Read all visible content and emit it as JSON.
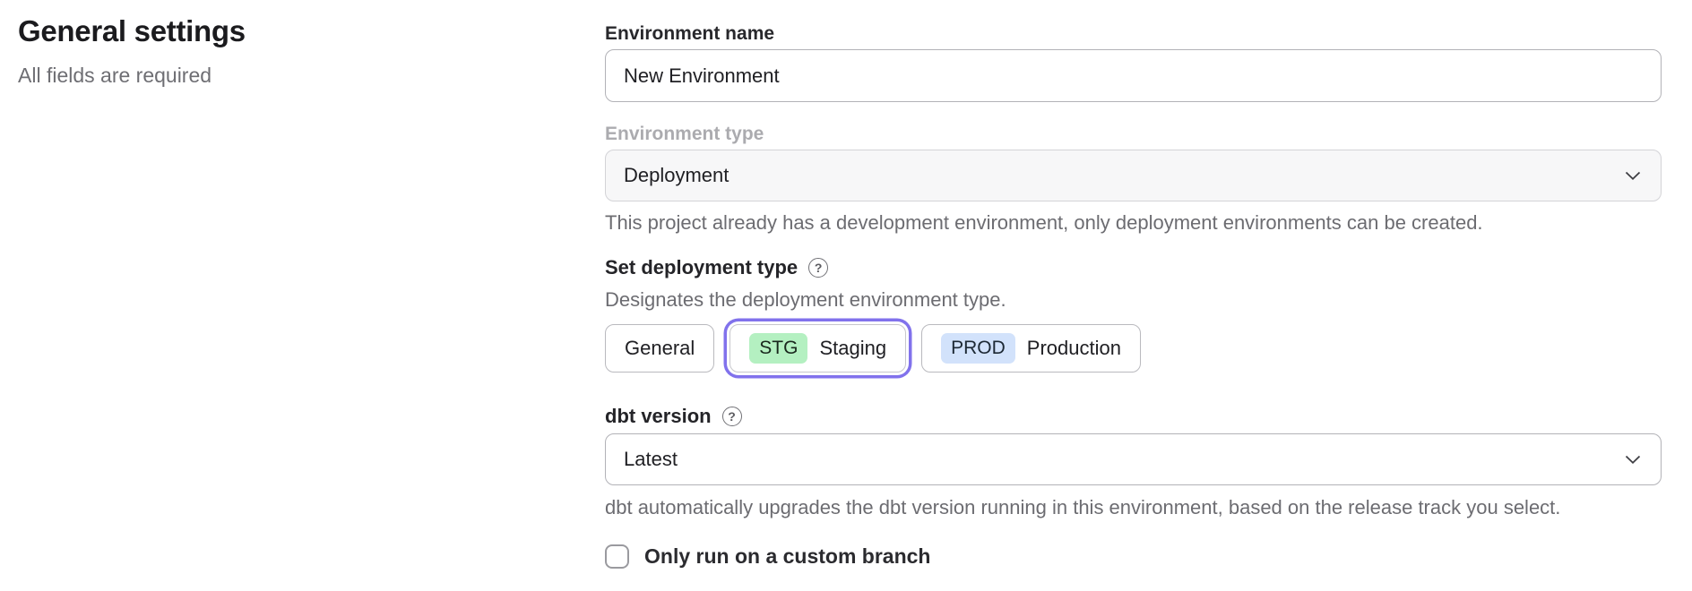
{
  "page": {
    "title": "General settings",
    "subtitle": "All fields are required"
  },
  "form": {
    "environment_name": {
      "label": "Environment name",
      "value": "New Environment"
    },
    "environment_type": {
      "label": "Environment type",
      "value": "Deployment",
      "disabled": true,
      "helper": "This project already has a development environment, only deployment environments can be created."
    },
    "deployment_type": {
      "label": "Set deployment type",
      "help_glyph": "?",
      "helper": "Designates the deployment environment type.",
      "options": [
        {
          "label": "General",
          "badge": "",
          "selected": false
        },
        {
          "label": "Staging",
          "badge": "STG",
          "selected": true
        },
        {
          "label": "Production",
          "badge": "PROD",
          "selected": false
        }
      ]
    },
    "dbt_version": {
      "label": "dbt version",
      "help_glyph": "?",
      "value": "Latest",
      "helper": "dbt automatically upgrades the dbt version running in this environment, based on the release track you select."
    },
    "custom_branch": {
      "label": "Only run on a custom branch",
      "checked": false
    }
  },
  "colors": {
    "accent_ring": "#8172ec",
    "staging_badge_bg": "#b4f0c1",
    "production_badge_bg": "#d2e2fb",
    "disabled_field_bg": "#f7f7f8",
    "border_gray": "#b2b2b7",
    "helper_text_gray": "#6c6c71"
  }
}
